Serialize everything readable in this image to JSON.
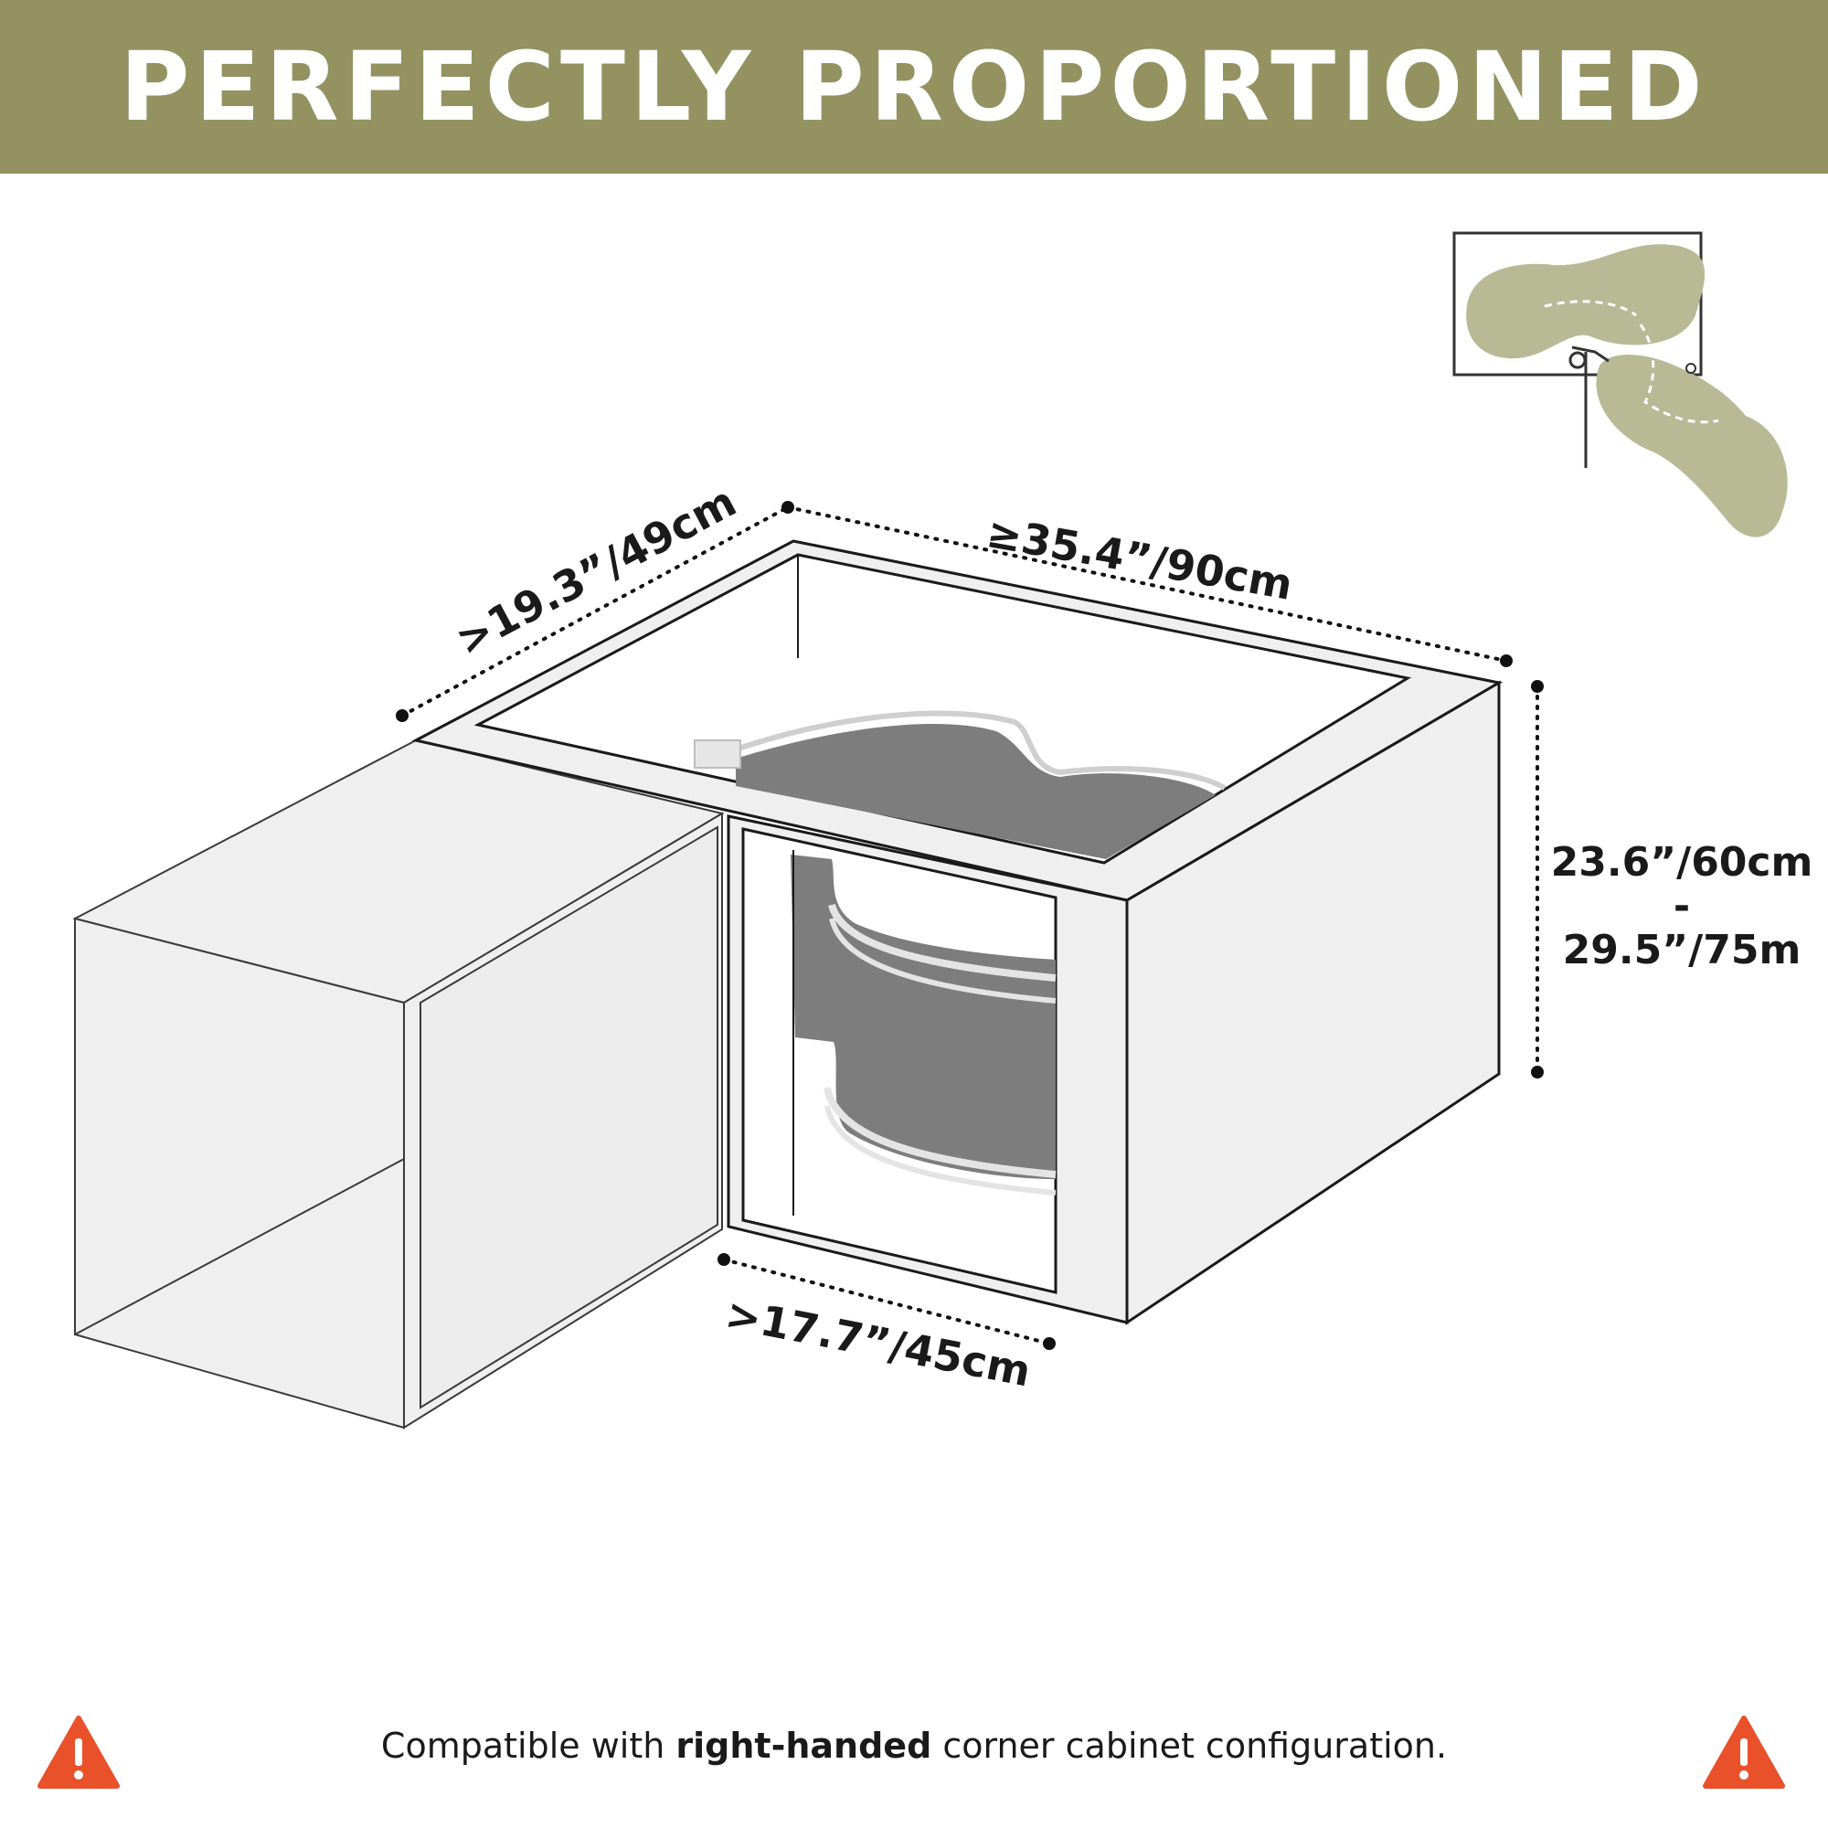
{
  "header": {
    "title": "PERFECTLY PROPORTIONED"
  },
  "dimensions": {
    "top_width": "≥35.4”/90cm",
    "left_depth": ">19.3”/49cm",
    "door_opening": ">17.7”/45cm",
    "height_min": "23.6”/60cm",
    "height_sep": "-",
    "height_max": "29.5”/75m"
  },
  "footer": {
    "note_pre": "Compatible with ",
    "note_bold": "right-handed",
    "note_post": " corner cabinet configuration."
  },
  "colors": {
    "banner": "#959262",
    "inset_blob": "#b8ba96",
    "warning": "#e8512a",
    "shelf": "#7d7d7d"
  },
  "icons": [
    "warning-icon",
    "warning-icon",
    "corner-rotation-diagram-icon"
  ]
}
